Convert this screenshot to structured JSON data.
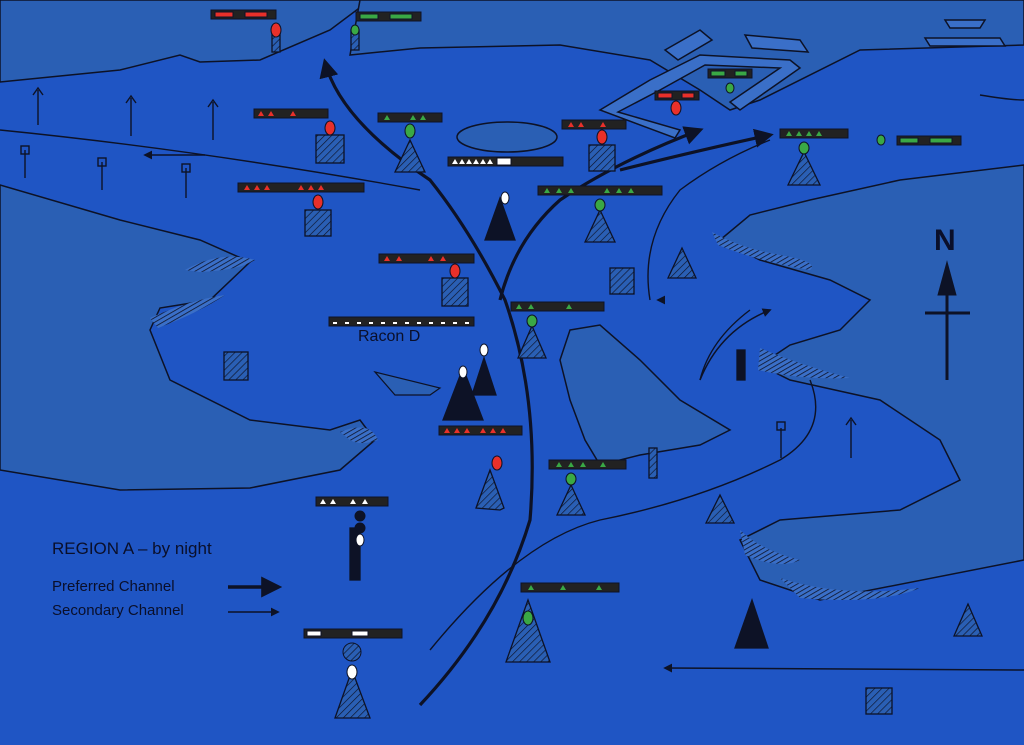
{
  "legend": {
    "title": "REGION A – by night",
    "preferred": "Preferred Channel",
    "secondary": "Secondary Channel"
  },
  "racon_label": "Racon D",
  "north_label": "N",
  "colors": {
    "sea": "#1f55c4",
    "land": "#2a5fb4",
    "ink": "#0d1226",
    "red_light": "#e8302a",
    "green_light": "#3aa845",
    "white_light": "#ffffff"
  }
}
